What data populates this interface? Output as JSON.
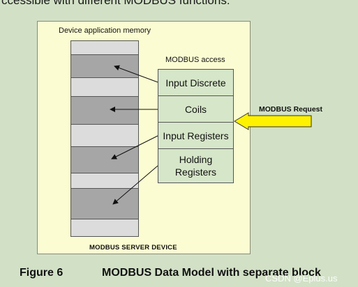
{
  "top_text": "ccessible with different MODBUS functions:",
  "device_label": "Device application memory",
  "access_label": "MODBUS access",
  "server_label": "MODBUS SERVER DEVICE",
  "access_blocks": [
    {
      "label": "Input Discrete"
    },
    {
      "label": "Coils"
    },
    {
      "label": "Input Registers"
    },
    {
      "label": "Holding Registers"
    }
  ],
  "request_label": "MODBUS Request",
  "caption": {
    "number": "Figure 6",
    "title": "MODBUS Data Model with separate block"
  },
  "watermark": "CSDN @Eplus.us",
  "colors": {
    "background": "#d2e1c6",
    "device_fill": "#fcfcd2",
    "memory_dark": "#a6a6a6",
    "memory_light": "#dcdcdc",
    "access_fill": "#d6e6c8",
    "request_arrow": "#fff200"
  }
}
